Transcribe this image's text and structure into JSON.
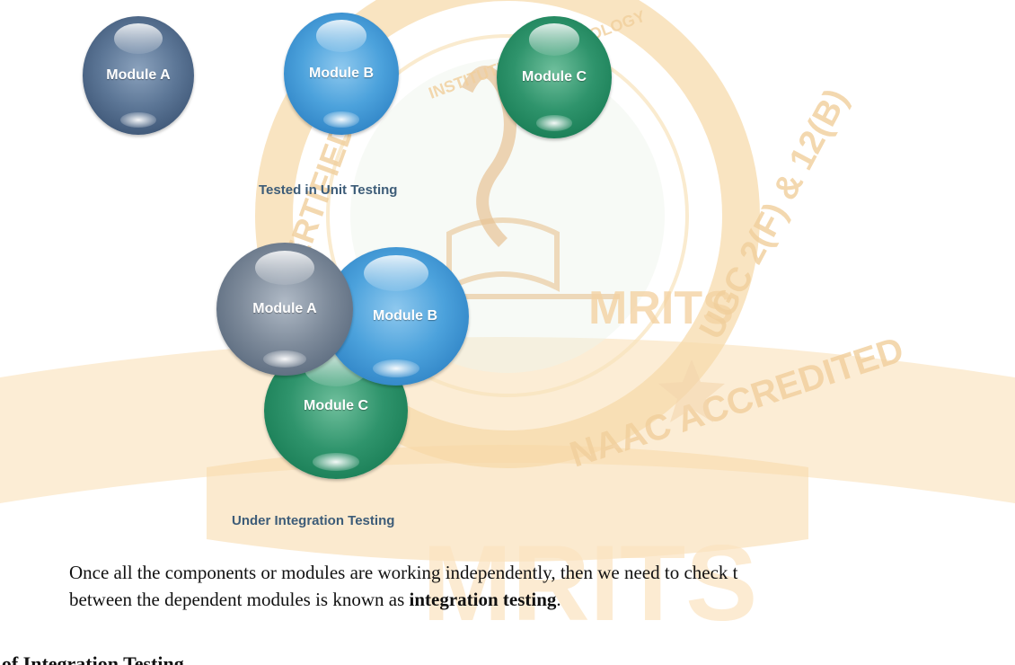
{
  "diagram": {
    "unit_modules": [
      "Module A",
      "Module B",
      "Module C"
    ],
    "unit_caption": "Tested in Unit Testing",
    "integration_modules": [
      "Module A",
      "Module B",
      "Module C"
    ],
    "integration_caption": "Under Integration Testing"
  },
  "watermark": {
    "text_top": "INSTITUTE OF TECHNOLOGY",
    "text_middle": "MRITS",
    "text_bottom": "NAAC ACCREDITED",
    "text_right": "UGC 2(F) & 12(B)",
    "text_left": "CERTIFIED",
    "text_large": "MRITS"
  },
  "paragraph": {
    "line1": "Once all the components or modules are working independently, then we need to check t",
    "line2_prefix": "between the dependent modules is known as ",
    "line2_bold": "integration testing",
    "line2_suffix": "."
  },
  "section_heading": "es of Integration Testing",
  "colors": {
    "module_a": "#4a6282",
    "module_b": "#3a93d2",
    "module_c": "#1f8660",
    "caption": "#3d5c78",
    "watermark": "#f3c98a"
  }
}
